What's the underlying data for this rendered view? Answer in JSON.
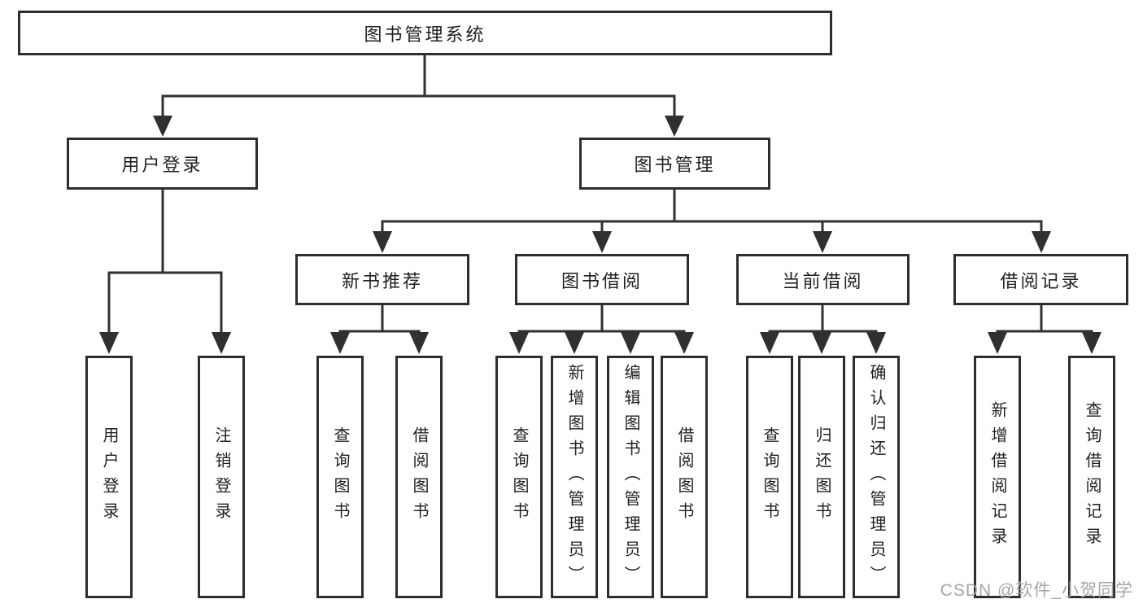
{
  "root": {
    "label": "图书管理系统"
  },
  "user_login": {
    "label": "用户登录",
    "children": [
      {
        "label": "用户登录"
      },
      {
        "label": "注销登录"
      }
    ]
  },
  "book_management": {
    "label": "图书管理",
    "groups": [
      {
        "label": "新书推荐",
        "children": [
          {
            "label": "查询图书"
          },
          {
            "label": "借阅图书"
          }
        ]
      },
      {
        "label": "图书借阅",
        "children": [
          {
            "label": "查询图书"
          },
          {
            "label": "新增图书（管理员）"
          },
          {
            "label": "编辑图书（管理员）"
          },
          {
            "label": "借阅图书"
          }
        ]
      },
      {
        "label": "当前借阅",
        "children": [
          {
            "label": "查询图书"
          },
          {
            "label": "归还图书"
          },
          {
            "label": "确认归还（管理员）"
          }
        ]
      },
      {
        "label": "借阅记录",
        "children": [
          {
            "label": "新增借阅记录"
          },
          {
            "label": "查询借阅记录"
          }
        ]
      }
    ]
  },
  "watermark": {
    "text": "CSDN @软件_小贺同学"
  },
  "colors": {
    "line": "#303030",
    "box_border": "#2e2e2e",
    "text": "#1f1f1f",
    "watermark_text": "#a6a6a6",
    "background": "#ffffff"
  }
}
